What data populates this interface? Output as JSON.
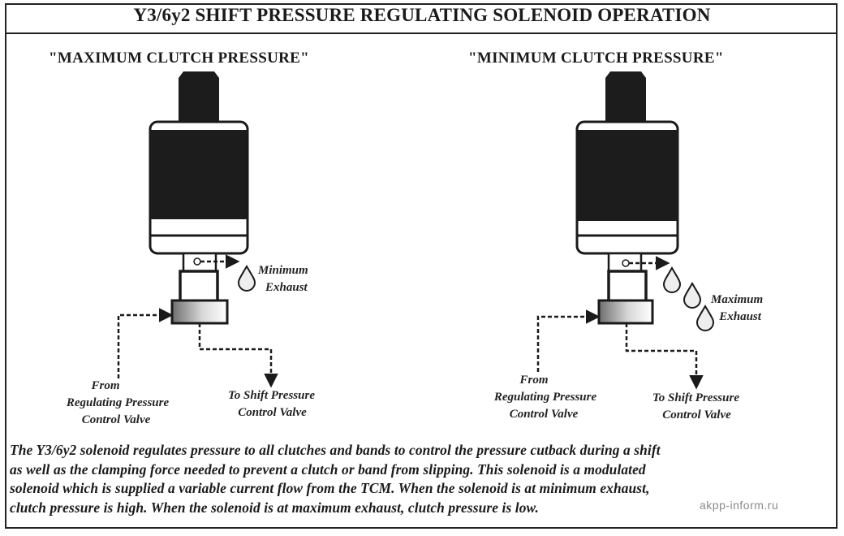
{
  "title": "Y3/6y2 SHIFT PRESSURE REGULATING SOLENOID OPERATION",
  "panels": {
    "left": {
      "heading": "\"MAXIMUM CLUTCH PRESSURE\"",
      "exhaust_label": [
        "Minimum",
        "Exhaust"
      ],
      "from_label": [
        "From",
        "Regulating Pressure",
        "Control Valve"
      ],
      "to_label": [
        "To Shift Pressure",
        "Control Valve"
      ]
    },
    "right": {
      "heading": "\"MINIMUM CLUTCH PRESSURE\"",
      "exhaust_label": [
        "Maximum",
        "Exhaust"
      ],
      "from_label": [
        "From",
        "Regulating Pressure",
        "Control Valve"
      ],
      "to_label": [
        "To Shift Pressure",
        "Control Valve"
      ]
    }
  },
  "description": [
    "The Y3/6y2 solenoid regulates pressure to all clutches and bands to control the pressure cutback during a shift",
    "as well as the clamping force needed to prevent a clutch or band from slipping. This solenoid is a modulated",
    "solenoid which is supplied a variable current flow from the TCM. When the solenoid is at minimum exhaust,",
    "clutch pressure is high. When the solenoid is at maximum exhaust, clutch pressure is low."
  ],
  "watermark": "akpp-inform.ru",
  "colors": {
    "ink": "#1a1a1a",
    "solenoid_body": "#1c1c1c",
    "valve_gradient_dark": "#6e6e6e",
    "valve_gradient_light": "#ffffff"
  }
}
